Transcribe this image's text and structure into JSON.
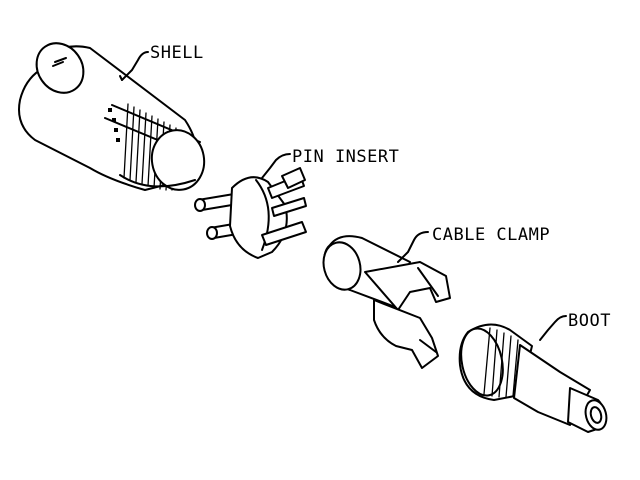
{
  "diagram": {
    "parts": [
      {
        "id": "shell",
        "label": "SHELL"
      },
      {
        "id": "pin_insert",
        "label": "PIN INSERT"
      },
      {
        "id": "cable_clamp",
        "label": "CABLE CLAMP"
      },
      {
        "id": "boot",
        "label": "BOOT"
      }
    ],
    "line_color": "#000000",
    "background": "#ffffff"
  }
}
